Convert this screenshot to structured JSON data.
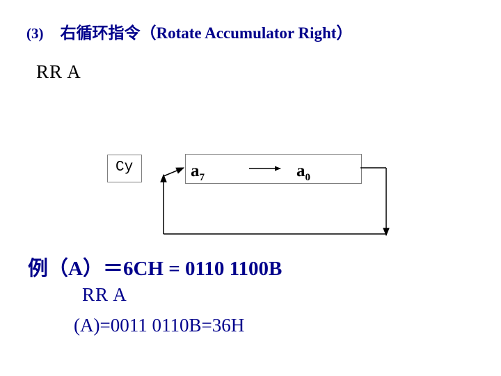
{
  "heading": {
    "number": "(3)",
    "title": "右循环指令（Rotate  Accumulator  Right）"
  },
  "instruction": "RR   A",
  "diagram": {
    "carry_label": "Cy",
    "msb_label": "a",
    "msb_sub": "7",
    "lsb_label": "a",
    "lsb_sub": "0"
  },
  "example": {
    "line1_prefix": "例（A）",
    "line1_eq": "＝",
    "line1_value": "6CH  =  0110  1100B",
    "line2": "RR  A",
    "line3": "(A)=0011  0110B=36H"
  }
}
